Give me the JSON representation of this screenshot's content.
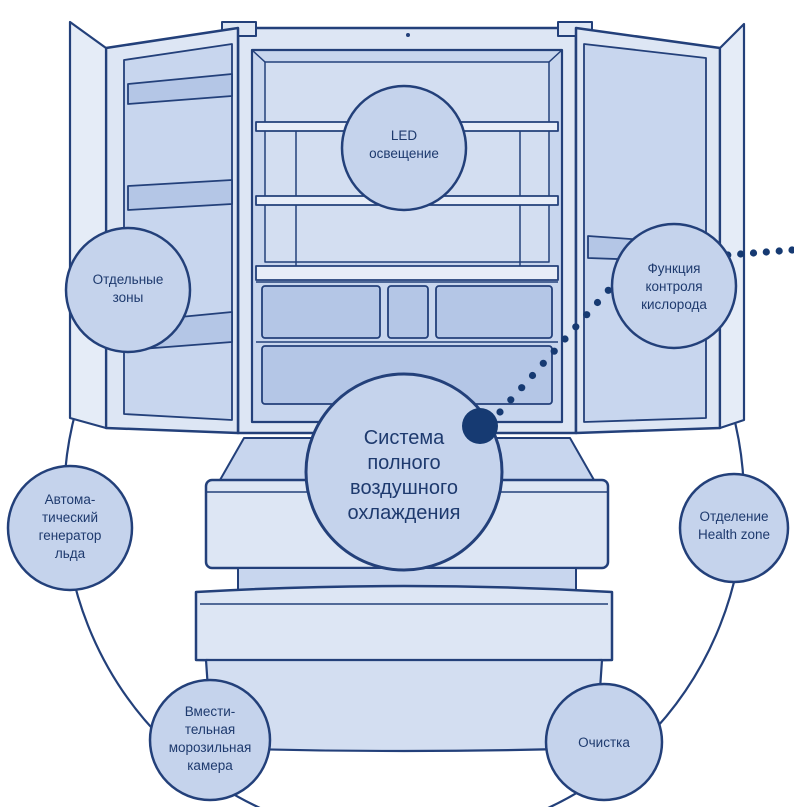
{
  "colors": {
    "outline": "#23407a",
    "body_fill": "#dde6f4",
    "inner_fill": "#c8d6ee",
    "deep_fill": "#b4c6e6",
    "bubble_fill": "#c5d3ec",
    "dot": "#163a72"
  },
  "features": {
    "led": {
      "lines": [
        "LED",
        "освещение"
      ],
      "icon": "led-light-icon"
    },
    "zones": {
      "lines": [
        "Отдельные",
        "зоны"
      ],
      "icon": "zones-icon"
    },
    "oxygen": {
      "lines": [
        "Функция",
        "контроля",
        "кислорода"
      ],
      "icon": "oxygen-control-icon"
    },
    "cooling": {
      "lines": [
        "Система",
        "полного",
        "воздушного",
        "охлаждения"
      ],
      "icon": "cooling-icon"
    },
    "ice": {
      "lines": [
        "Автома-",
        "тический",
        "генератор",
        "льда"
      ],
      "icon": "ice-maker-icon"
    },
    "health": {
      "lines": [
        "Отделение",
        "Health zone"
      ],
      "icon": "health-zone-icon"
    },
    "freezer": {
      "lines": [
        "Вмести-",
        "тельная",
        "морозильная",
        "камера"
      ],
      "icon": "freezer-icon"
    },
    "cleaning": {
      "lines": [
        "Очистка"
      ],
      "icon": "cleaning-icon"
    }
  }
}
